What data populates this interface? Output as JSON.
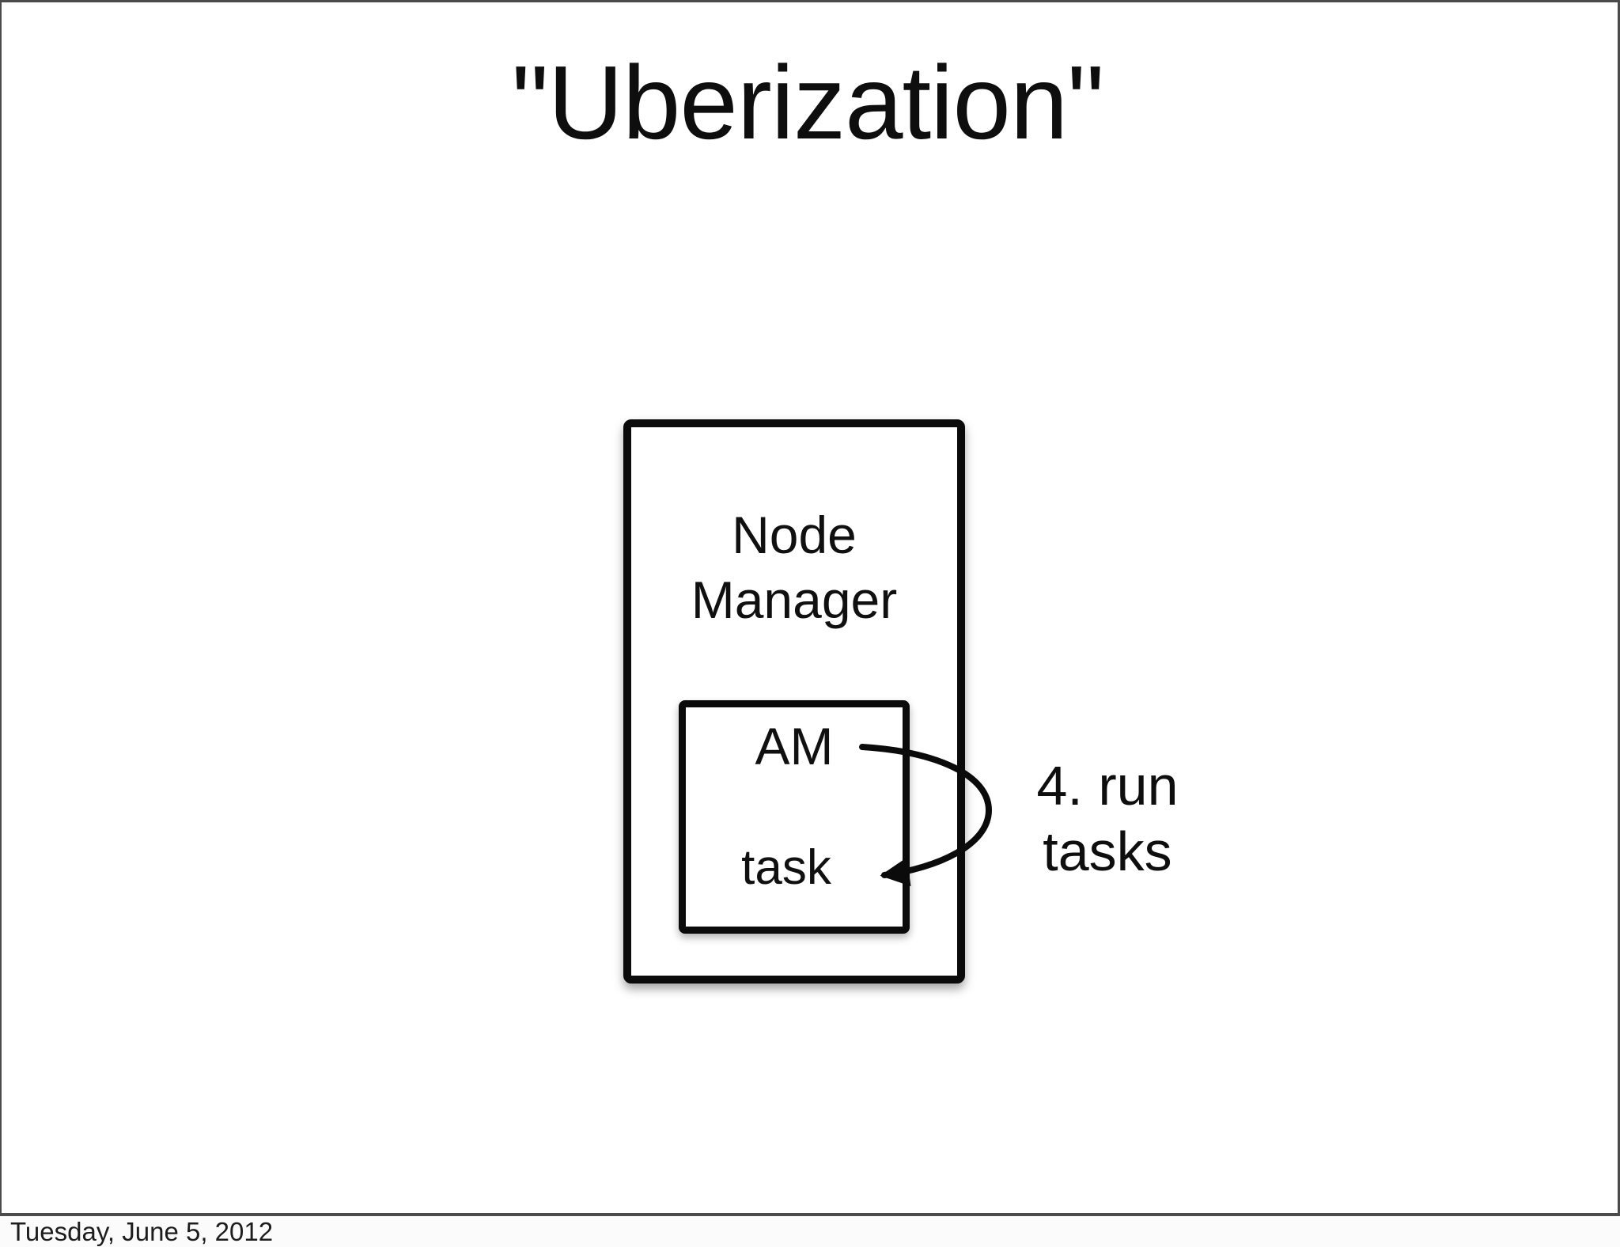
{
  "slide": {
    "title": "\"Uberization\"",
    "footer_date": "Tuesday, June 5, 2012"
  },
  "diagram": {
    "node_manager": {
      "line1": "Node",
      "line2": "Manager"
    },
    "am_label": "AM",
    "task_label": "task",
    "arrow_label": {
      "line1": "4. run",
      "line2": "tasks"
    },
    "icons": {
      "arrow": "curved-run-tasks-arrow"
    }
  },
  "colors": {
    "slide_frame_border": "#4b4b4b",
    "diagram_stroke": "#0b0b0b",
    "text": "#141414",
    "slide_background": "#ffffff",
    "footer_background": "#fbfbfb"
  }
}
